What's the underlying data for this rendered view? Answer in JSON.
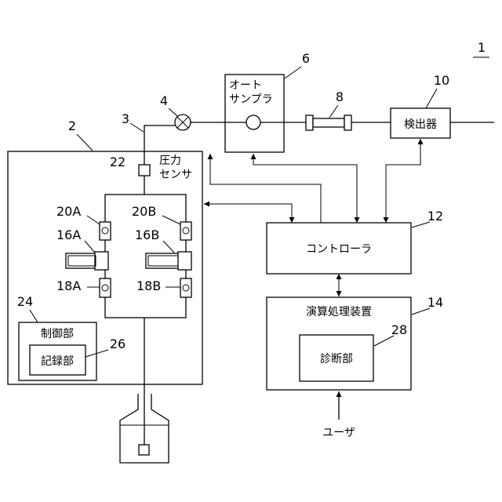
{
  "labels": {
    "system_number": "1",
    "pump_unit_number": "2",
    "pipe_number": "3",
    "valve_number": "4",
    "autosampler_number": "6",
    "column_number": "8",
    "detector_number": "10",
    "controller_number": "12",
    "processor_number": "14",
    "pump_a_number": "16A",
    "pump_b_number": "16B",
    "check_valve_in_a_number": "18A",
    "check_valve_in_b_number": "18B",
    "check_valve_out_a_number": "20A",
    "check_valve_out_b_number": "20B",
    "pressure_sensor_number": "22",
    "control_unit_number": "24",
    "recording_unit_number": "26",
    "diagnosis_unit_number": "28"
  },
  "text": {
    "pressure_sensor_line1": "圧力",
    "pressure_sensor_line2": "センサ",
    "autosampler_line1": "オート",
    "autosampler_line2": "サンプラ",
    "detector": "検出器",
    "controller": "コントローラ",
    "processor": "演算処理装置",
    "diagnosis": "診断部",
    "control_unit": "制御部",
    "recording_unit": "記録部",
    "user": "ユーザ"
  }
}
